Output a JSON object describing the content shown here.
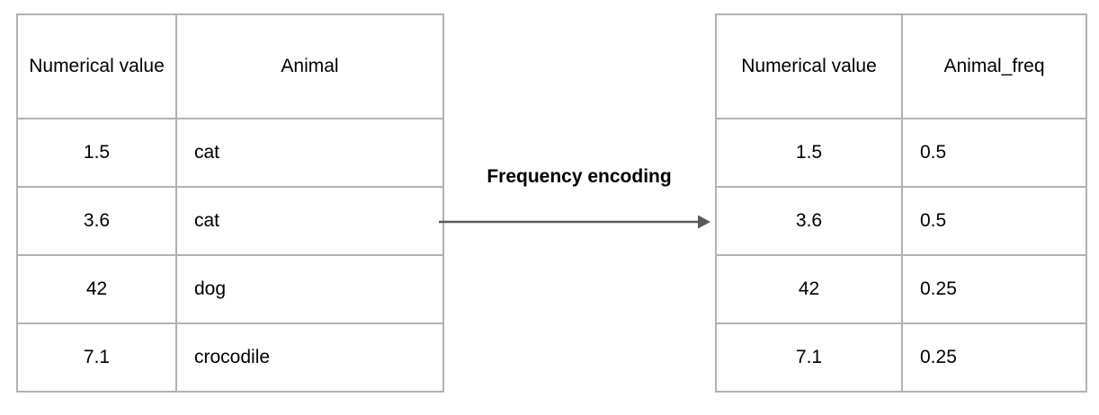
{
  "diagram": {
    "type": "table-transformation",
    "arrow": {
      "label": "Frequency encoding",
      "icon": "arrow-right-icon",
      "color": "#595959",
      "direction": "left-to-right"
    },
    "border_color": "#b2b2b2",
    "text_color": "#000000"
  },
  "source_table": {
    "name": "source-table",
    "columns": [
      "Numerical value",
      "Animal"
    ],
    "rows": [
      {
        "value": "1.5",
        "animal": "cat"
      },
      {
        "value": "3.6",
        "animal": "cat"
      },
      {
        "value": "42",
        "animal": "dog"
      },
      {
        "value": "7.1",
        "animal": "crocodile"
      }
    ]
  },
  "result_table": {
    "name": "result-table",
    "columns": [
      "Numerical value",
      "Animal_freq"
    ],
    "rows": [
      {
        "value": "1.5",
        "freq": "0.5"
      },
      {
        "value": "3.6",
        "freq": "0.5"
      },
      {
        "value": "42",
        "freq": "0.25"
      },
      {
        "value": "7.1",
        "freq": "0.25"
      }
    ]
  }
}
